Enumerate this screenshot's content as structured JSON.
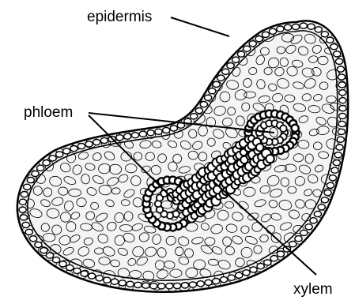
{
  "diagram": {
    "labels": {
      "epidermis": "epidermis",
      "phloem": "phloem",
      "xylem": "xylem"
    },
    "colors": {
      "ink": "#000000",
      "background": "#ffffff",
      "tissue_fill": "#f4f4f4"
    }
  }
}
